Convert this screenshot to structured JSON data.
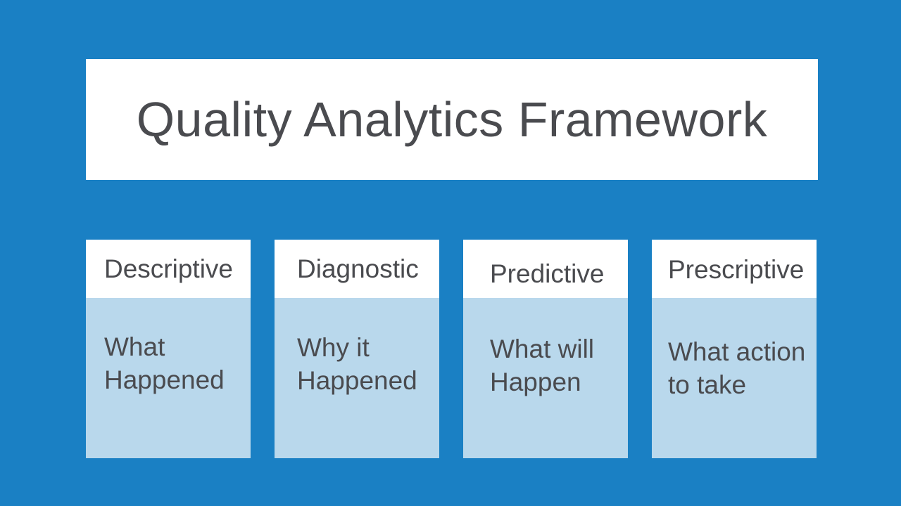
{
  "slide": {
    "title": "Quality Analytics Framework"
  },
  "columns": [
    {
      "header": "Descriptive",
      "body_line1": "What",
      "body_line2": "Happened"
    },
    {
      "header": "Diagnostic",
      "body_line1": "Why it",
      "body_line2": "Happened"
    },
    {
      "header": "Predictive",
      "body_line1": "What will",
      "body_line2": "Happen"
    },
    {
      "header": "Prescriptive",
      "body_line1": "What action",
      "body_line2": "to take"
    }
  ],
  "colors": {
    "background": "#1a80c4",
    "panel": "#b9d8ec",
    "card": "#ffffff",
    "text": "#4a4b4f"
  }
}
